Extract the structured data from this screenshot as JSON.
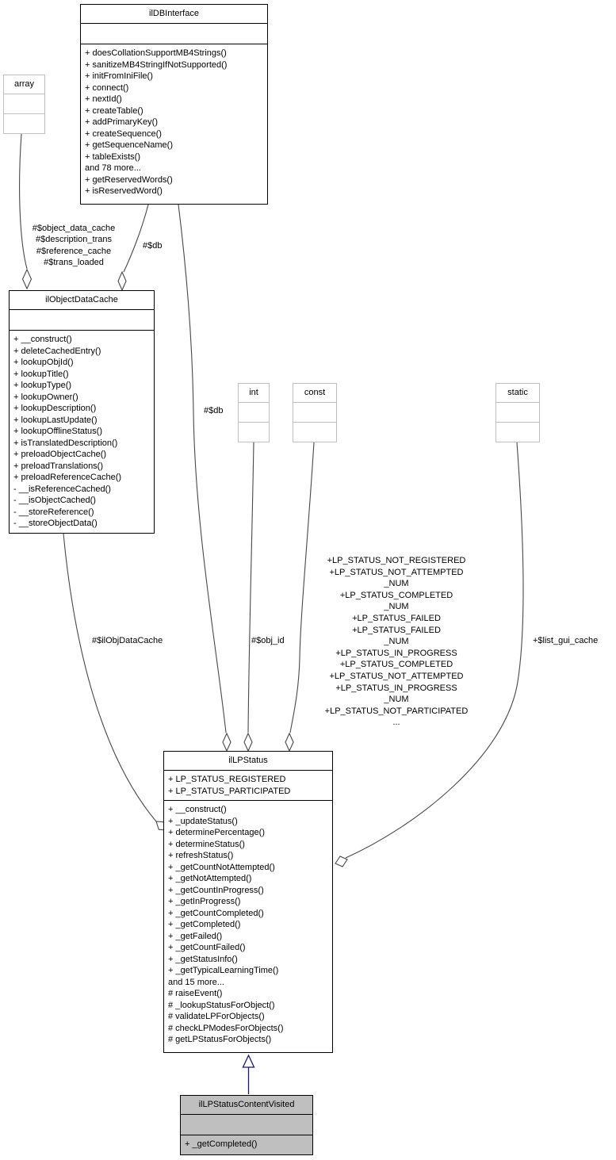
{
  "diagram": {
    "classes": {
      "ilDBInterface": {
        "title": "ilDBInterface",
        "attributes": [],
        "methods": [
          "+ doesCollationSupportMB4Strings()",
          "+ sanitizeMB4StringIfNotSupported()",
          "+ initFromIniFile()",
          "+ connect()",
          "+ nextId()",
          "+ createTable()",
          "+ addPrimaryKey()",
          "+ createSequence()",
          "+ getSequenceName()",
          "+ tableExists()",
          "and 78 more...",
          "+ getReservedWords()",
          "+ isReservedWord()"
        ]
      },
      "array": {
        "title": "array"
      },
      "int": {
        "title": "int"
      },
      "const": {
        "title": "const"
      },
      "static": {
        "title": "static"
      },
      "ilObjectDataCache": {
        "title": "ilObjectDataCache",
        "attributes": [],
        "methods": [
          "+ __construct()",
          "+ deleteCachedEntry()",
          "+ lookupObjId()",
          "+ lookupTitle()",
          "+ lookupType()",
          "+ lookupOwner()",
          "+ lookupDescription()",
          "+ lookupLastUpdate()",
          "+ lookupOfflineStatus()",
          "+ isTranslatedDescription()",
          "+ preloadObjectCache()",
          "+ preloadTranslations()",
          "+ preloadReferenceCache()",
          "- __isReferenceCached()",
          "- __isObjectCached()",
          "- __storeReference()",
          "- __storeObjectData()"
        ]
      },
      "ilLPStatus": {
        "title": "ilLPStatus",
        "attributes": [
          "+ LP_STATUS_REGISTERED",
          "+ LP_STATUS_PARTICIPATED"
        ],
        "methods": [
          "+ __construct()",
          "+ _updateStatus()",
          "+ determinePercentage()",
          "+ determineStatus()",
          "+ refreshStatus()",
          "+ _getCountNotAttempted()",
          "+ _getNotAttempted()",
          "+ _getCountInProgress()",
          "+ _getInProgress()",
          "+ _getCountCompleted()",
          "+ _getCompleted()",
          "+ _getFailed()",
          "+ _getCountFailed()",
          "+ _getStatusInfo()",
          "+ _getTypicalLearningTime()",
          "and 15 more...",
          "# raiseEvent()",
          "# _lookupStatusForObject()",
          "# validateLPForObjects()",
          "# checkLPModesForObjects()",
          "# getLPStatusForObjects()"
        ]
      },
      "ilLPStatusContentVisited": {
        "title": "ilLPStatusContentVisited",
        "attributes": [],
        "methods": [
          "+ _getCompleted()"
        ]
      }
    },
    "edge_labels": {
      "array_members": [
        "#$object_data_cache",
        "#$description_trans",
        "#$reference_cache",
        "#$trans_loaded"
      ],
      "db_to_objectcache": "#$db",
      "db_to_lpstatus": "#$db",
      "objcache_to_lpstatus": "#$ilObjDataCache",
      "int_to_lpstatus": "#$obj_id",
      "const_members": [
        "+LP_STATUS_NOT_REGISTERED",
        "+LP_STATUS_NOT_ATTEMPTED",
        "_NUM",
        "+LP_STATUS_COMPLETED",
        "_NUM",
        "+LP_STATUS_FAILED",
        "+LP_STATUS_FAILED",
        "_NUM",
        "+LP_STATUS_IN_PROGRESS",
        "+LP_STATUS_COMPLETED",
        "+LP_STATUS_NOT_ATTEMPTED",
        "+LP_STATUS_IN_PROGRESS",
        "_NUM",
        "+LP_STATUS_NOT_PARTICIPATED",
        "..."
      ],
      "static_to_lpstatus": "+$list_gui_cache"
    },
    "colors": {
      "background": "#ffffff",
      "class_border": "#000000",
      "ref_border": "#c0c0c0",
      "aggregation_edge": "#484848",
      "inheritance_edge": "#191970",
      "highlight_fill": "#bfbfbf"
    }
  }
}
